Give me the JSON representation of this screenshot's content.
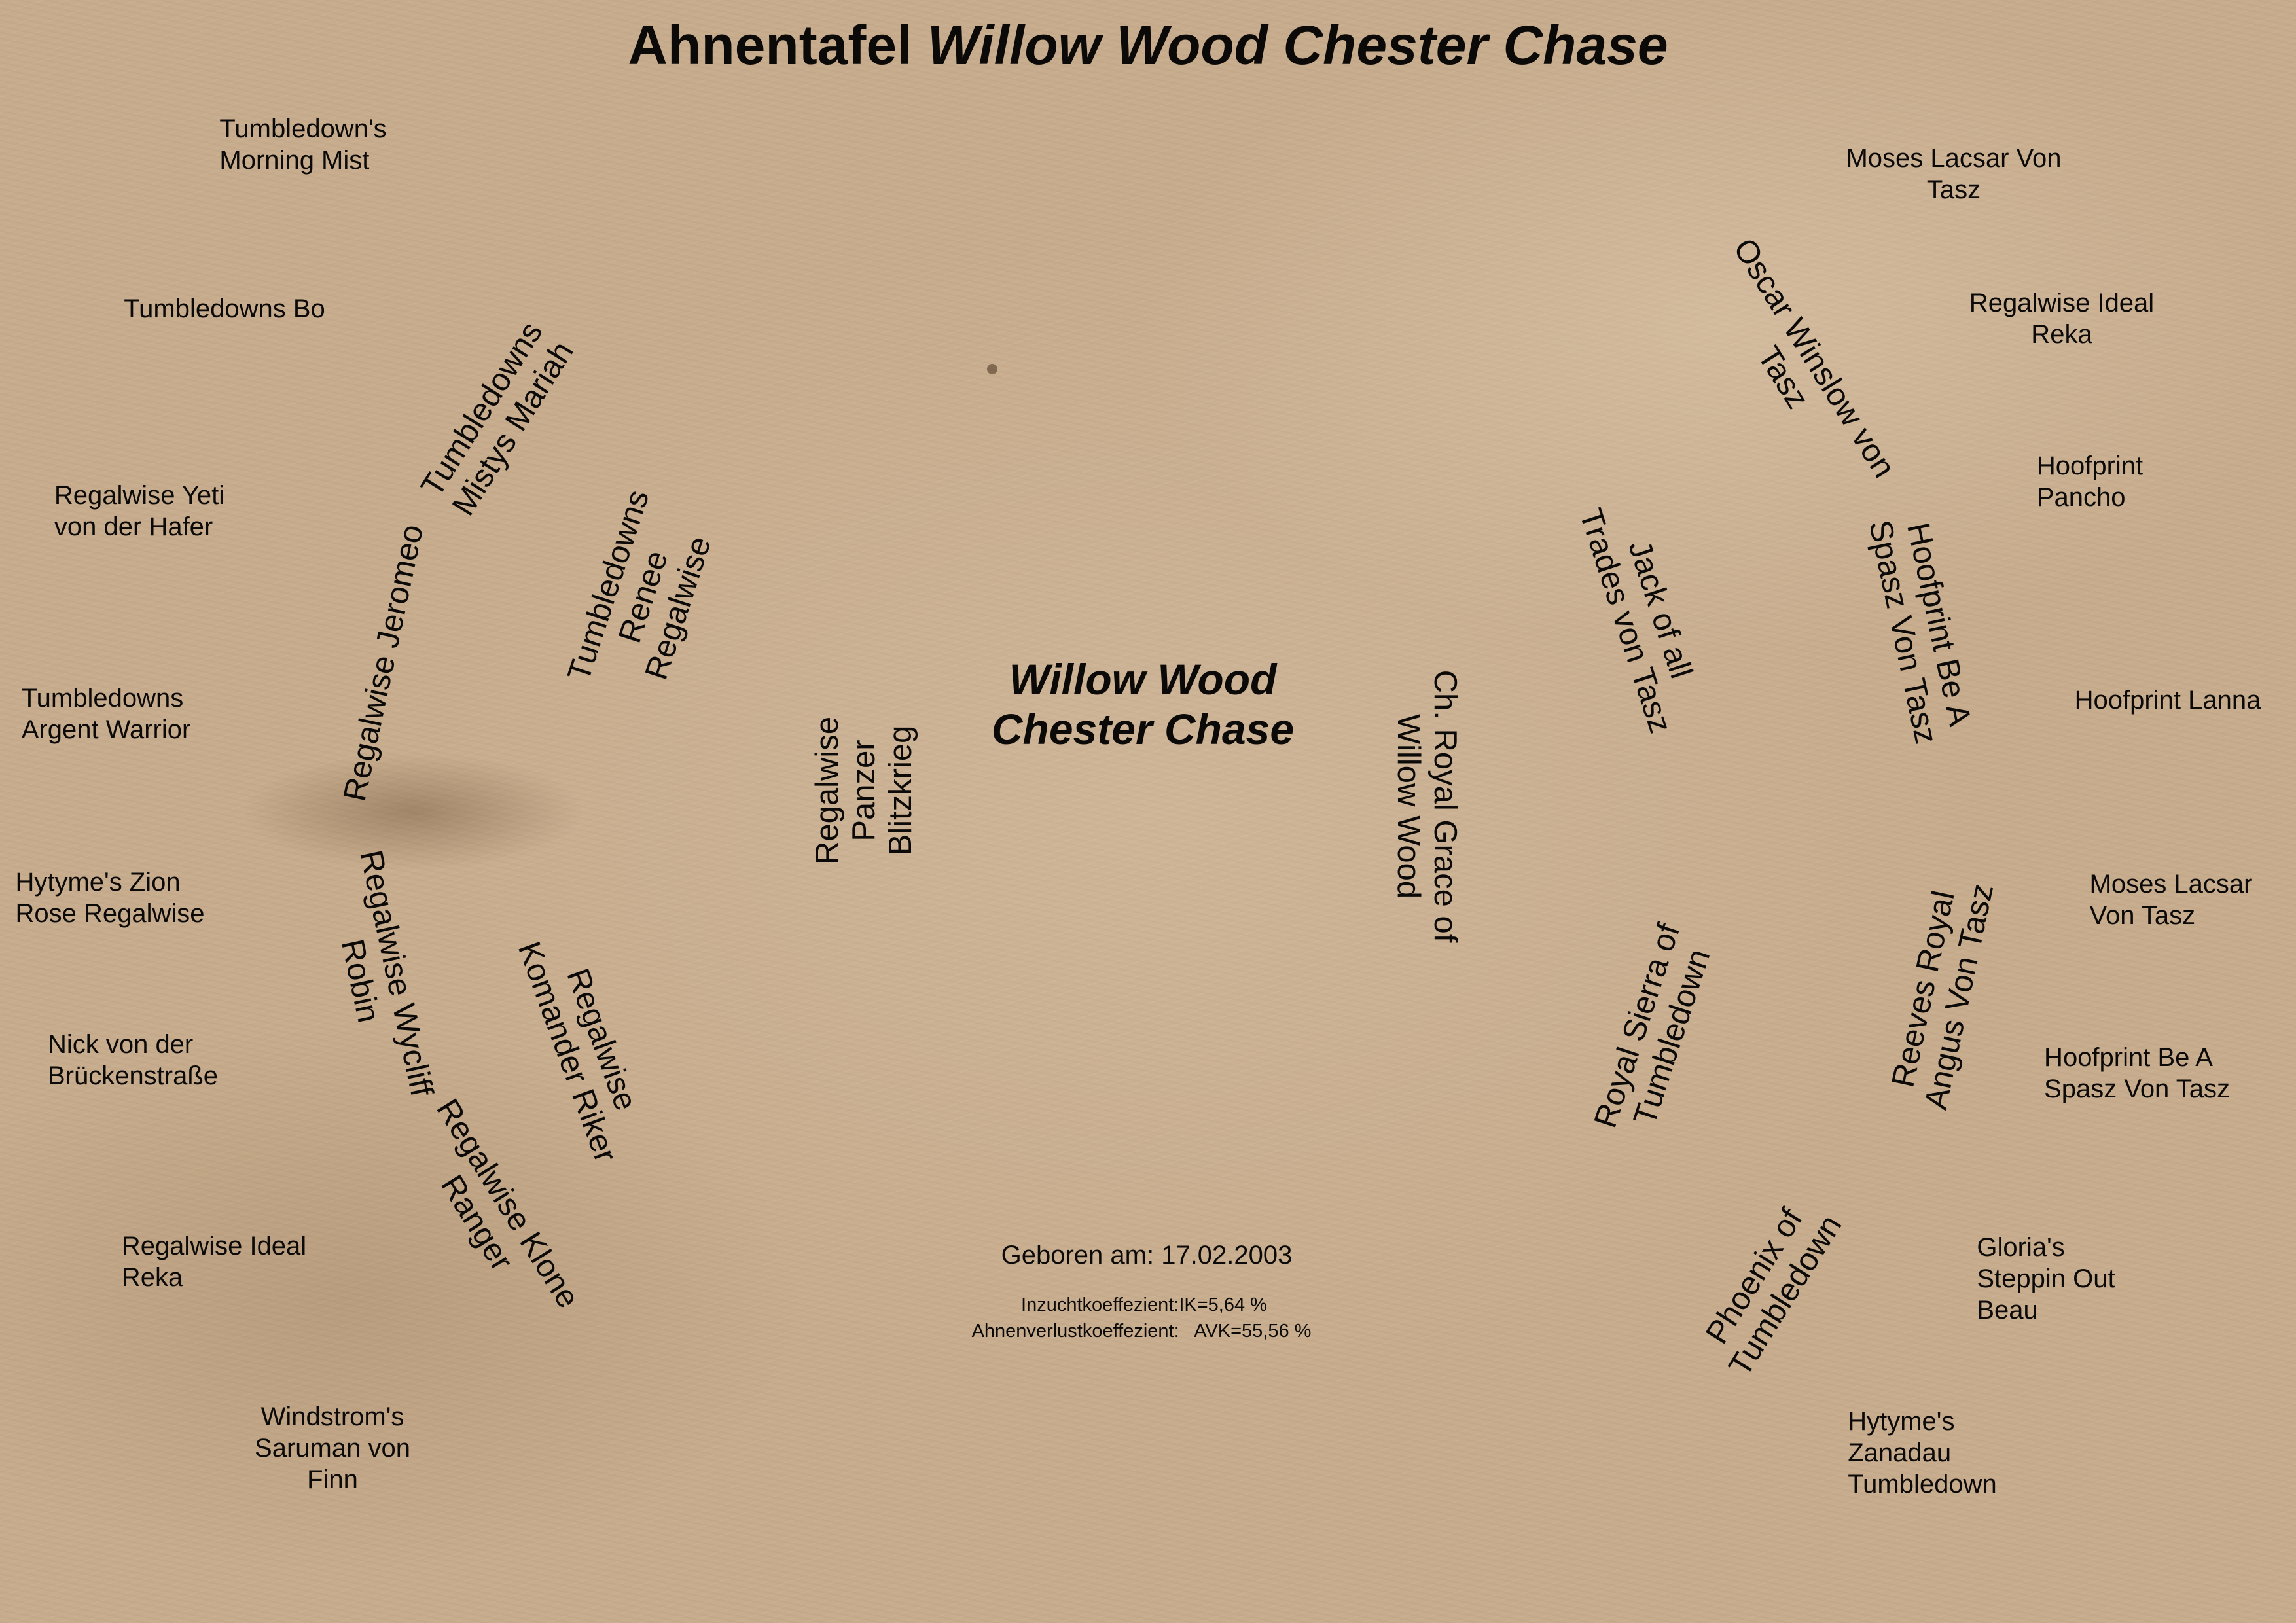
{
  "title": {
    "prefix": "Ahnentafel",
    "name": "Willow Wood Chester Chase"
  },
  "subject": {
    "name": "Willow Wood\nChester Chase",
    "born": "Geboren am: 17.02.2003",
    "inbreeding": "Inzuchtkoeffezient:IK=5,64 %",
    "ancestor_loss": "Ahnenverlustkoeffezient:   AVK=55,56 %"
  },
  "sire_side": {
    "parent": "Regalwise\nPanzer\nBlitzkrieg",
    "grandparents": [
      "Tumbledowns\nRenee\nRegalwise",
      "Regalwise\nKomander Riker"
    ],
    "great_grandparents": [
      "Tumbledowns\nMistys Mariah",
      "Regalwise Jeromeo",
      "Regalwise Wycliff\nRobin",
      "Regalwise Klone\nRanger"
    ],
    "great_great_grandparents": [
      "Tumbledown's\nMorning Mist",
      "Tumbledowns Bo",
      "Regalwise Yeti\nvon der Hafer",
      "Tumbledowns\nArgent Warrior",
      "Hytyme's Zion\nRose Regalwise",
      "Nick von der\nBrückenstraße",
      "Regalwise Ideal\nReka",
      "Windstrom's\nSaruman von\nFinn"
    ]
  },
  "dam_side": {
    "parent": "Ch. Royal Grace of\nWillow Wood",
    "grandparents": [
      "Jack of all\nTrades von Tasz",
      "Royal Sierra of\nTumbledown"
    ],
    "great_grandparents": [
      "Oscar Winslow von\nTasz",
      "Hoofprint Be A\nSpasz Von Tasz",
      "Reeves Royal\nAngus Von Tasz",
      "Phoenix of\nTumbledown"
    ],
    "great_great_grandparents": [
      "Moses Lacsar Von\nTasz",
      "Regalwise Ideal\nReka",
      "Hoofprint\nPancho",
      "Hoofprint Lanna",
      "Moses Lacsar\nVon Tasz",
      "Hoofprint Be A\nSpasz Von Tasz",
      "Gloria's\nSteppin Out\nBeau",
      "Hytyme's\nZanadau\nTumbledown"
    ]
  }
}
